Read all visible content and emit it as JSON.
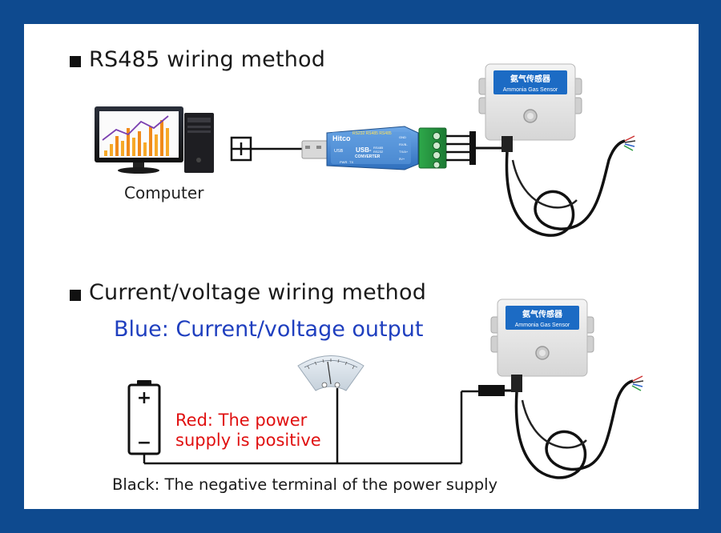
{
  "section1": {
    "title": "RS485 wiring method"
  },
  "section2": {
    "title": "Current/voltage wiring method",
    "subtitle": "Blue: Current/voltage output",
    "red_label_line1": "Red: The power",
    "red_label_line2": "supply is positive",
    "black_label": "Black: The negative terminal of the power supply"
  },
  "computer": {
    "label": "Computer"
  },
  "converter": {
    "brand": "Hitco",
    "top_text": "RS232 RS485 RS485",
    "usb_label": "USB",
    "main_label": "USB-",
    "sub_label": "CONVERTER",
    "side_label1": "RS485",
    "side_label2": "RS232",
    "pin_labels": [
      "GND",
      "RX/B-",
      "TX/A+",
      "5V+"
    ],
    "status_labels": [
      "PWR",
      "TX"
    ]
  },
  "sensor": {
    "name_cn": "氨气传感器",
    "name_en": "Ammonia Gas Sensor"
  },
  "battery": {
    "plus": "+",
    "minus": "−"
  },
  "colors": {
    "border": "#0e4a8f",
    "blue_text": "#1f3fbf",
    "red_text": "#e01010",
    "sensor_label_bg": "#1c6bc4"
  }
}
